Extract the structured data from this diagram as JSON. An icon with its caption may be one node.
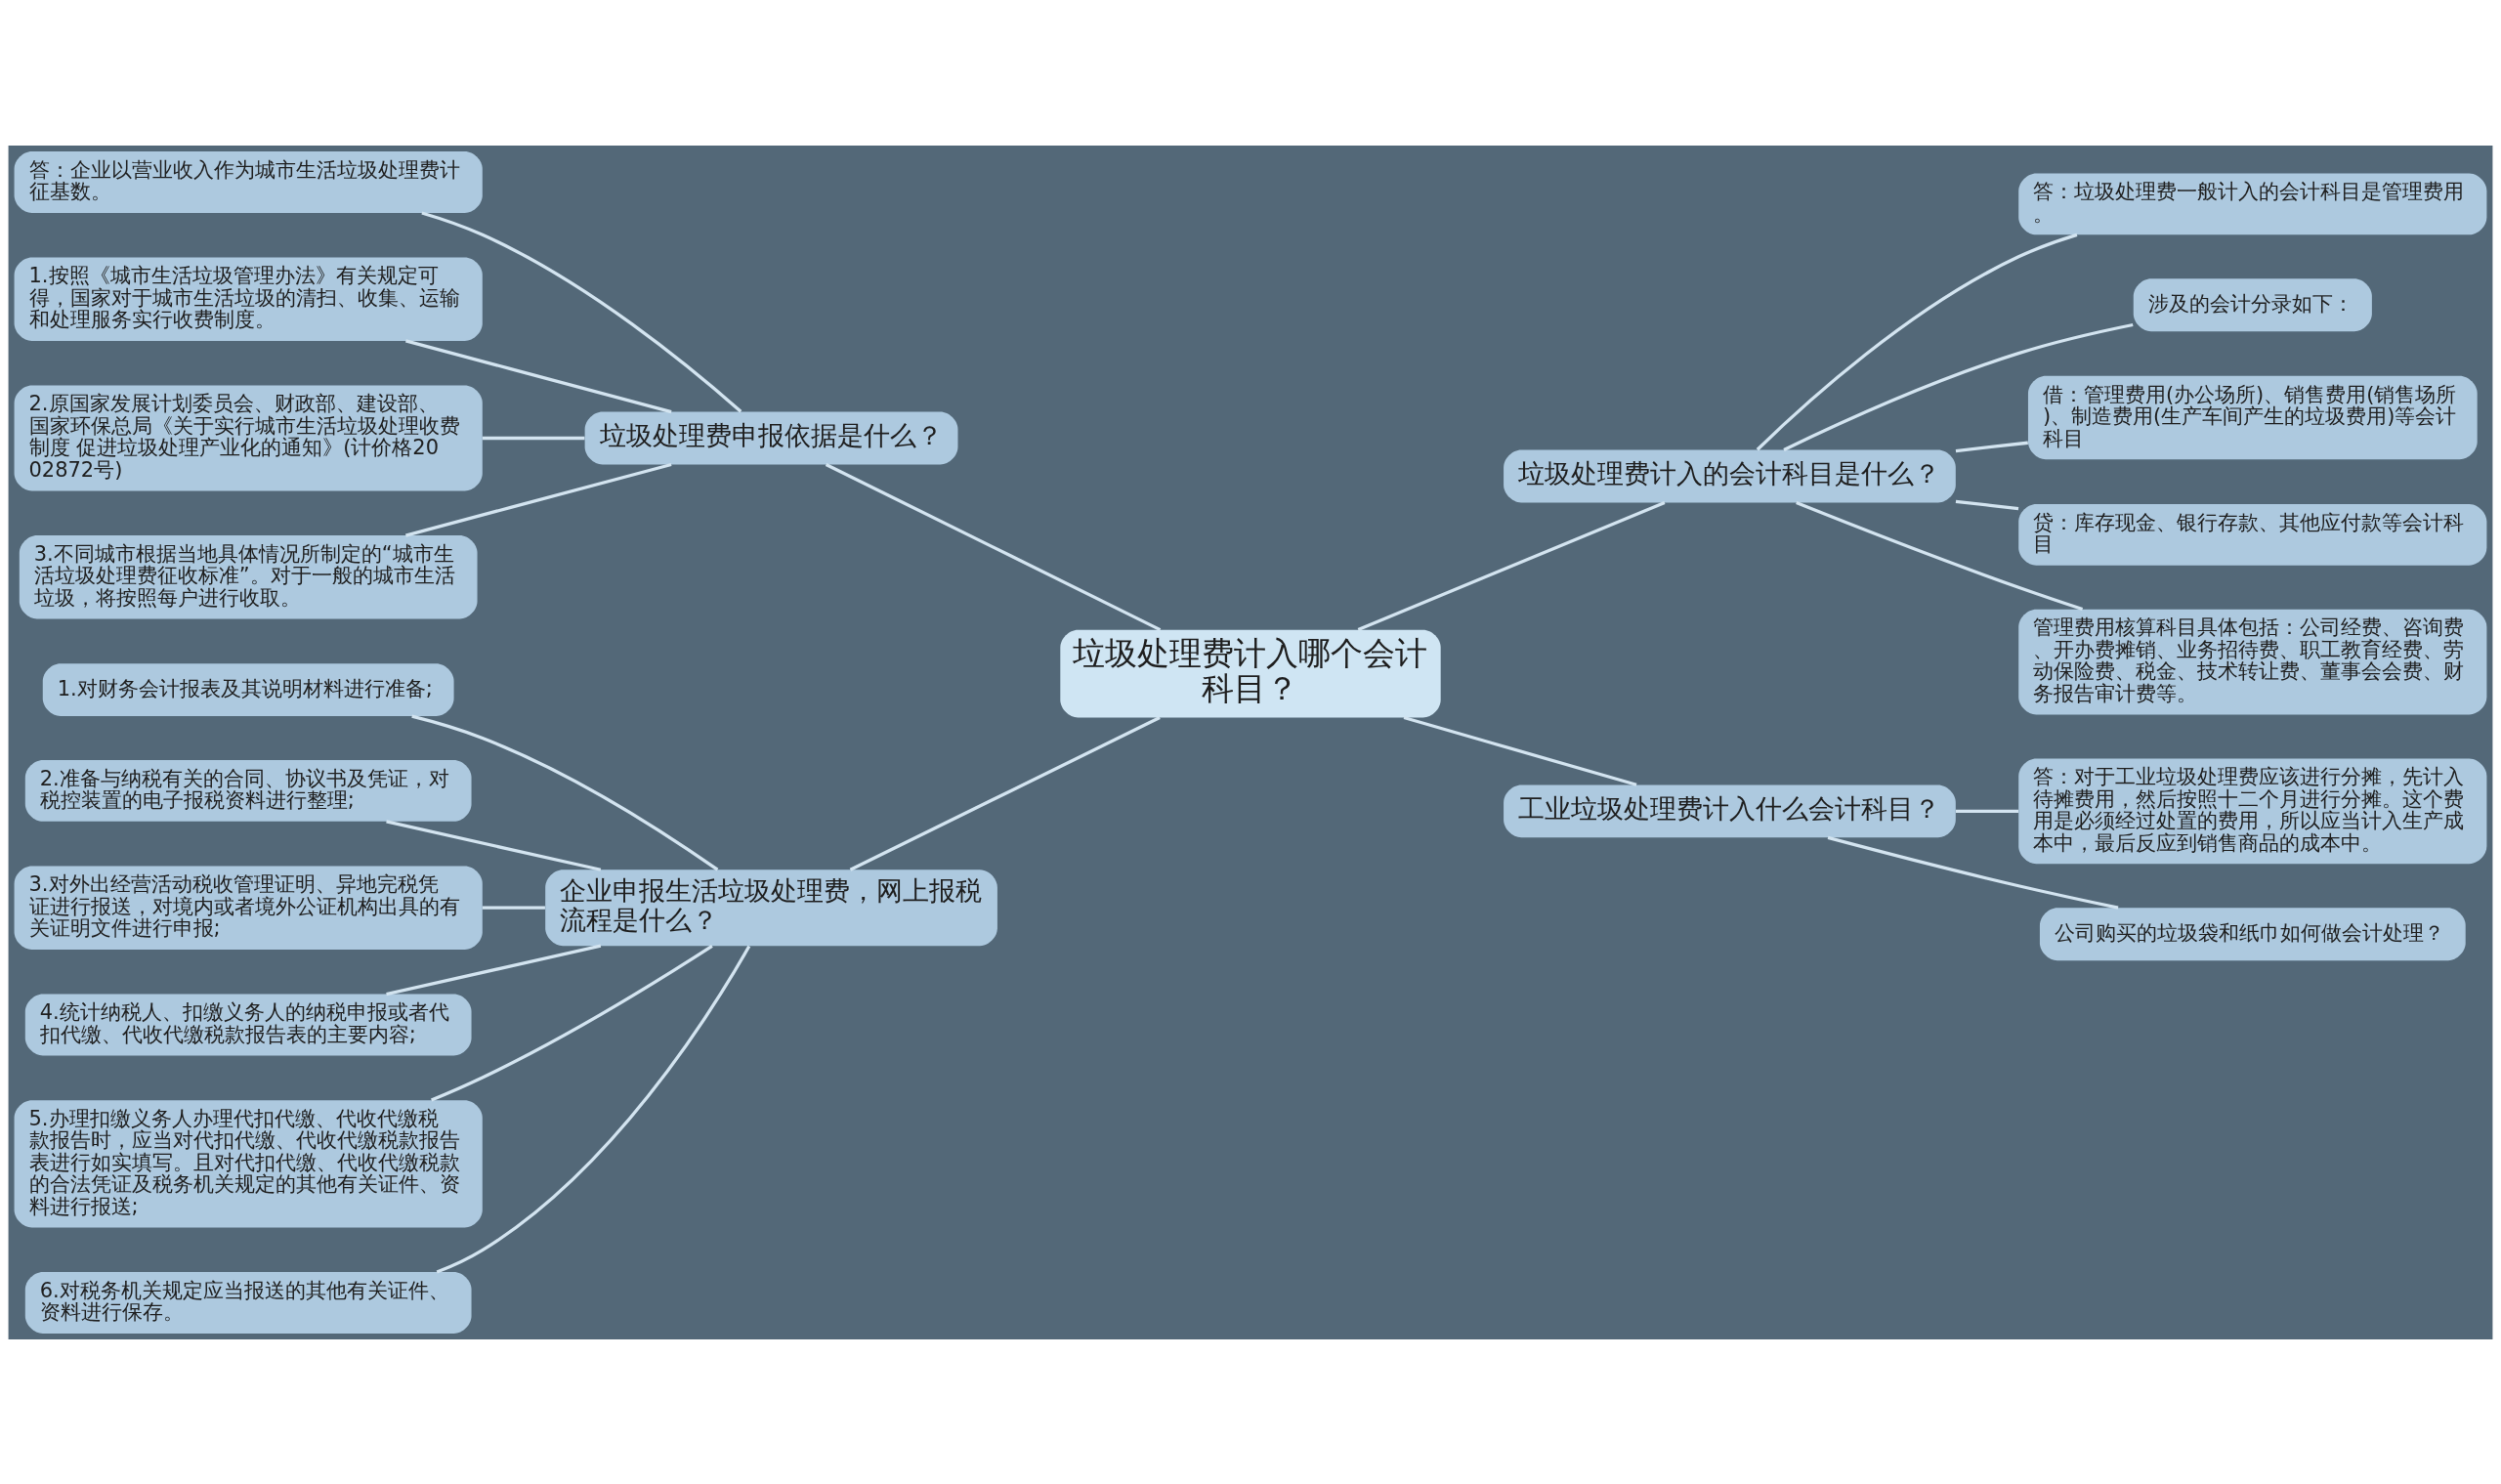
{
  "diagram": {
    "nodes": [
      {
        "text": [
          "垃圾处理费计入哪个会计科目？"
        ]
      },
      {
        "text": [
          "垃圾处理费申报依据是什么？"
        ]
      },
      {
        "text": [
          "答：企业以营业收入作为城市生活垃圾处理费计征基数。"
        ]
      },
      {
        "text": [
          "1.按照《城市生活垃圾管理办法》有关规定可得，国家对于城市生活垃圾的清扫、收集、运输和处理服务实行收费制度。"
        ]
      },
      {
        "text": [
          "2.原国家发展计划委员会、财政部、建设部、国家环保总局《关于实行城市生活垃圾处理收费制度 促进垃圾处理产业化的通知》(计价格2002872号)"
        ]
      },
      {
        "text": [
          "3.不同城市根据当地具体情况所制定的“城市生活垃圾处理费征收标准”。对于一般的城市生活垃圾，将按照每户进行收取。"
        ]
      },
      {
        "text": [
          "企业申报生活垃圾处理费，网上报税流程是什么？"
        ]
      },
      {
        "text": [
          "1.对财务会计报表及其说明材料进行准备;"
        ]
      },
      {
        "text": [
          "2.准备与纳税有关的合同、协议书及凭证，对税控装置的电子报税资料进行整理;"
        ]
      },
      {
        "text": [
          "3.对外出经营活动税收管理证明、异地完税凭证进行报送，对境内或者境外公证机构出具的有关证明文件进行申报;"
        ]
      },
      {
        "text": [
          "4.统计纳税人、扣缴义务人的纳税申报或者代扣代缴、代收代缴税款报告表的主要内容;"
        ]
      },
      {
        "text": [
          "5.办理扣缴义务人办理代扣代缴、代收代缴税款报告时，应当对代扣代缴、代收代缴税款报告表进行如实填写。且对代扣代缴、代收代缴税款的合法凭证及税务机关规定的其他有关证件、资料进行报送;"
        ]
      },
      {
        "text": [
          "6.对税务机关规定应当报送的其他有关证件、资料进行保存。"
        ]
      },
      {
        "text": [
          "垃圾处理费计入的会计科目是什么？"
        ]
      },
      {
        "text": [
          "答：垃圾处理费一般计入的会计科目是管理费用。"
        ]
      },
      {
        "text": [
          "涉及的会计分录如下："
        ]
      },
      {
        "text": [
          "借：管理费用(办公场所)、销售费用(销售场所)、制造费用(生产车间产生的垃圾费用)等会计科目"
        ]
      },
      {
        "text": [
          "贷：库存现金、银行存款、其他应付款等会计科目"
        ]
      },
      {
        "text": [
          "管理费用核算科目具体包括：公司经费、咨询费、开办费摊销、业务招待费、职工教育经费、劳动保险费、税金、技术转让费、董事会会费、财务报告审计费等。"
        ]
      },
      {
        "text": [
          "工业垃圾处理费计入什么会计科目？"
        ]
      },
      {
        "text": [
          "答：对于工业垃圾处理费应该进行分摊，先计入待摊费用，然后按照十二个月进行分摊。这个费用是必须经过处置的费用，所以应当计入生产成本中，最后反应到销售商品的成本中。"
        ]
      },
      {
        "text": [
          "公司购买的垃圾袋和纸巾如何做会计处理？"
        ]
      }
    ],
    "edges": [
      {
        "from": 1,
        "to": 0,
        "arrow": "none"
      },
      {
        "from": 2,
        "to": 1,
        "arrow": "none"
      },
      {
        "from": 3,
        "to": 1,
        "arrow": "none"
      },
      {
        "from": 4,
        "to": 1,
        "arrow": "none"
      },
      {
        "from": 5,
        "to": 1,
        "arrow": "none"
      },
      {
        "from": 6,
        "to": 0,
        "arrow": "none"
      },
      {
        "from": 7,
        "to": 6,
        "arrow": "none"
      },
      {
        "from": 8,
        "to": 6,
        "arrow": "none"
      },
      {
        "from": 9,
        "to": 6,
        "arrow": "none"
      },
      {
        "from": 10,
        "to": 6,
        "arrow": "none"
      },
      {
        "from": 11,
        "to": 6,
        "arrow": "none"
      },
      {
        "from": 12,
        "to": 6,
        "arrow": "none"
      },
      {
        "from": 0,
        "to": 13,
        "arrow": "none"
      },
      {
        "from": 13,
        "to": 14,
        "arrow": "none"
      },
      {
        "from": 13,
        "to": 15,
        "arrow": "none"
      },
      {
        "from": 13,
        "to": 16,
        "arrow": "none"
      },
      {
        "from": 13,
        "to": 17,
        "arrow": "none"
      },
      {
        "from": 13,
        "to": 18,
        "arrow": "none"
      },
      {
        "from": 0,
        "to": 19,
        "arrow": "none"
      },
      {
        "from": 19,
        "to": 20,
        "arrow": "none"
      },
      {
        "from": 19,
        "to": 21,
        "arrow": "none"
      }
    ]
  }
}
